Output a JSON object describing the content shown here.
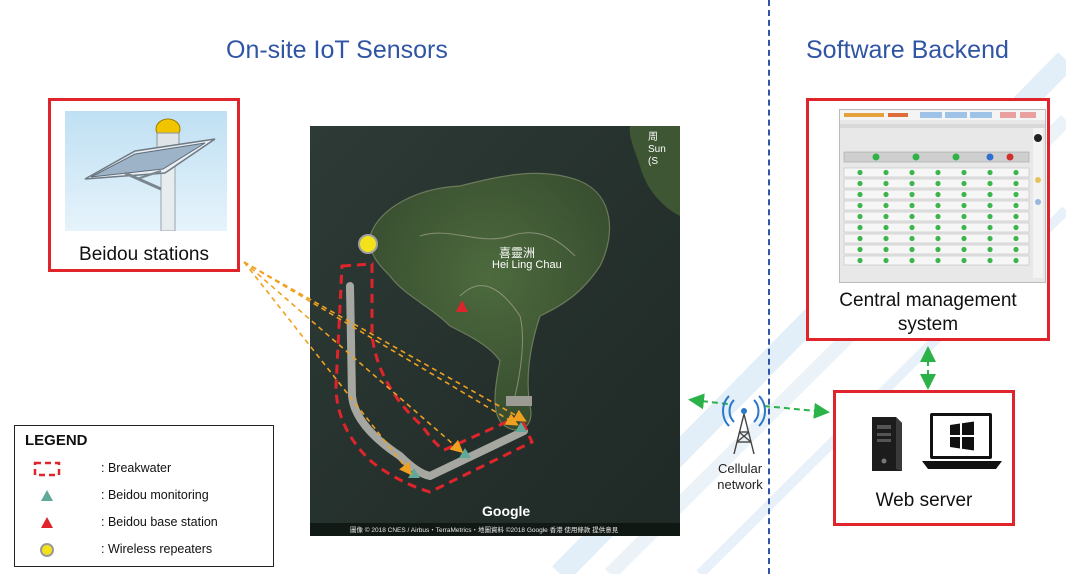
{
  "titles": {
    "left": "On-site IoT Sensors",
    "right": "Software Backend"
  },
  "boxes": {
    "beidou": "Beidou stations",
    "cms_line1": "Central management",
    "cms_line2": "system",
    "webserver": "Web server"
  },
  "network": {
    "line1": "Cellular",
    "line2": "network"
  },
  "map": {
    "island_cn": "喜靈洲",
    "island_en": "Hei Ling Chau",
    "corner_text": "周 Sun (S",
    "google": "Google",
    "attribution": "圖像 © 2018 CNES / Airbus・TerraMetrics・地圖資料 ©2018 Google  香港  使用條款  提供意見"
  },
  "legend": {
    "title": "LEGEND",
    "items": [
      {
        "label": ": Breakwater",
        "symbol": "breakwater"
      },
      {
        "label": ": Beidou monitoring",
        "symbol": "monitoring"
      },
      {
        "label": ": Beidou base station",
        "symbol": "base"
      },
      {
        "label": ": Wireless repeaters",
        "symbol": "repeater"
      }
    ]
  },
  "colors": {
    "title_blue": "#2f55a4",
    "box_red": "#e0242b",
    "arrow_orange": "#f0a020",
    "arrow_green": "#2bb34a",
    "monitoring": "#5fa89a",
    "base_station": "#e0242b",
    "repeater": "#f3e21a"
  }
}
